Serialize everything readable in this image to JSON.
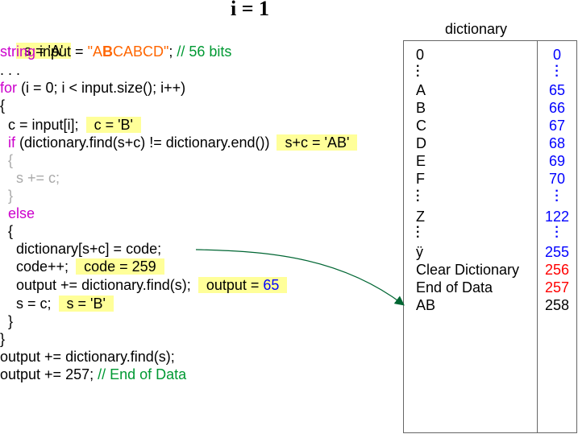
{
  "title": "i = 1",
  "annotations": {
    "s_init": "s = 'A'",
    "c_val": "c = 'B'",
    "sc_val": "s+c = 'AB'",
    "code_val": "code = 259",
    "output_prefix": "output = ",
    "output_num": "65",
    "s_val": "s = 'B'"
  },
  "code": {
    "l1_type": "string",
    "l1_mid": " input = ",
    "l1_q1": "\"A",
    "l1_b": "B",
    "l1_q2": "CABCD\"",
    "l1_semi": "; ",
    "l1_comment": "// 56 bits",
    "l2": ". . .",
    "l3_kw": "for",
    "l3_rest": " (i = 0; i < input.size(); i++)",
    "l4": "{",
    "l5": "  c = input[i];",
    "l6_kw": "  if",
    "l6_rest": " (dictionary.find(s+c) != dictionary.end())",
    "l7": "  {",
    "l8": "    s += c;",
    "l9": "  }",
    "l10": "  else",
    "l11": "  {",
    "l12": "    dictionary[s+c] = code;",
    "l13": "    code++;",
    "l14": "    output += dictionary.find(s);",
    "l15": "    s = c;",
    "l16": "  }",
    "l17": "}",
    "l18": "output += dictionary.find(s);",
    "l19_pre": "output += 257; ",
    "l19_comment": "// End of Data"
  },
  "dictionary": {
    "label": "dictionary",
    "keys": [
      "0",
      "A",
      "B",
      "C",
      "D",
      "E",
      "F",
      "Z",
      "ÿ",
      "Clear Dictionary",
      "End of Data",
      "AB"
    ],
    "values": [
      "0",
      "65",
      "66",
      "67",
      "68",
      "69",
      "70",
      "122",
      "255",
      "256",
      "257",
      "258"
    ]
  },
  "colors": {
    "highlight": "#ffff99",
    "keyword": "#cc00cc",
    "string": "#ff6600",
    "comment": "#009933",
    "code_blue": "#0000ff",
    "special_red": "#ff0000",
    "arrow": "#006633"
  }
}
